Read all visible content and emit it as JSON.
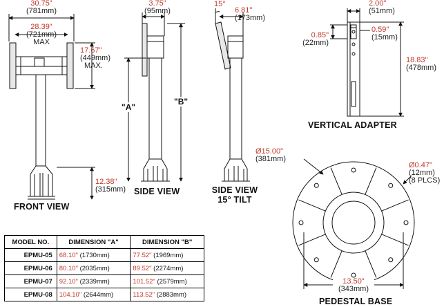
{
  "front": {
    "width_in": "30.75\"",
    "width_mm": "(781mm)",
    "mount_in": "28.39\"",
    "mount_mm": "(721mm)",
    "mount_note": "MAX",
    "height_in": "17.67\"",
    "height_mm": "(449mm)",
    "height_note": "MAX.",
    "base_in": "12.38\"",
    "base_mm": "(315mm)",
    "caption": "FRONT VIEW"
  },
  "side": {
    "depth_in": "3.75\"",
    "depth_mm": "(95mm)",
    "label_a": "\"A\"",
    "label_b": "\"B\"",
    "caption": "SIDE VIEW"
  },
  "tilt": {
    "angle": "15°",
    "depth_in": "6.81\"",
    "depth_mm": "(173mm)",
    "caption_1": "SIDE VIEW",
    "caption_2": "15° TILT"
  },
  "adapter": {
    "width_in": "2.00\"",
    "width_mm": "(51mm)",
    "offset_in": "0.85\"",
    "offset_mm": "(22mm)",
    "slot_in": "0.59\"",
    "slot_mm": "(15mm)",
    "height_in": "18.83\"",
    "height_mm": "(478mm)",
    "caption": "VERTICAL ADAPTER"
  },
  "base": {
    "diameter_in": "Ø15.00\"",
    "diameter_mm": "(381mm)",
    "hole_in": "Ø0.47\"",
    "hole_mm": "(12mm)",
    "hole_note": "(8 PLCS)",
    "width_in": "13.50\"",
    "width_mm": "(343mm)",
    "caption": "PEDESTAL BASE"
  },
  "table": {
    "headers": [
      "MODEL NO.",
      "DIMENSION \"A\"",
      "DIMENSION \"B\""
    ],
    "rows": [
      {
        "model": "EPMU-05",
        "a_in": "68.10\"",
        "a_mm": "(1730mm)",
        "b_in": "77.52\"",
        "b_mm": "(1969mm)"
      },
      {
        "model": "EPMU-06",
        "a_in": "80.10\"",
        "a_mm": "(2035mm)",
        "b_in": "89.52\"",
        "b_mm": "(2274mm)"
      },
      {
        "model": "EPMU-07",
        "a_in": "92.10\"",
        "a_mm": "(2339mm)",
        "b_in": "101.52\"",
        "b_mm": "(2579mm)"
      },
      {
        "model": "EPMU-08",
        "a_in": "104.10\"",
        "a_mm": "(2644mm)",
        "b_in": "113.52\"",
        "b_mm": "(2883mm)"
      }
    ]
  },
  "colors": {
    "inch": "#c0392b",
    "metric": "#222222",
    "line": "#111111"
  }
}
